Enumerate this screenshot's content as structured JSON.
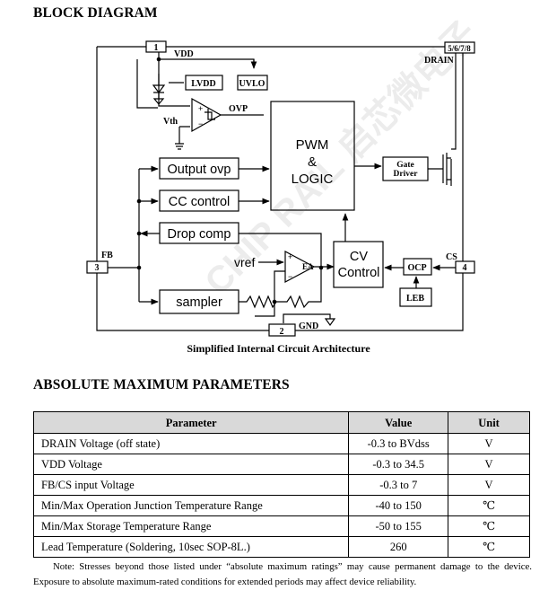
{
  "headings": {
    "block_diagram": "BLOCK DIAGRAM",
    "absolute_max": "ABSOLUTE MAXIMUM PARAMETERS"
  },
  "diagram": {
    "caption": "Simplified Internal Circuit Architecture",
    "pins": {
      "vdd_num": "1",
      "vdd_name": "VDD",
      "drain_num": "5/6/7/8",
      "drain_name": "DRAIN",
      "fb_num": "3",
      "fb_name": "FB",
      "cs_num": "4",
      "cs_name": "CS",
      "gnd_num": "2",
      "gnd_name": "GND"
    },
    "blocks": {
      "lvdd": "LVDD",
      "uvlo": "UVLO",
      "vth": "Vth",
      "ovp": "OVP",
      "pwm_line1": "PWM",
      "pwm_line2": "&",
      "pwm_line3": "LOGIC",
      "gate_line1": "Gate",
      "gate_line2": "Driver",
      "output_ovp": "Output ovp",
      "cc_control": "CC control",
      "drop_comp": "Drop comp",
      "vref": "vref",
      "ea": "EA",
      "cv_line1": "CV",
      "cv_line2": "Control",
      "ocp": "OCP",
      "leb": "LEB",
      "sampler": "sampler"
    },
    "watermark": "CHIP RAIL 启芯微电子"
  },
  "table": {
    "headers": [
      "Parameter",
      "Value",
      "Unit"
    ],
    "rows": [
      [
        "DRAIN Voltage (off state)",
        "-0.3 to BVdss",
        "V"
      ],
      [
        "VDD Voltage",
        "-0.3 to 34.5",
        "V"
      ],
      [
        "FB/CS input Voltage",
        "-0.3 to 7",
        "V"
      ],
      [
        "Min/Max Operation Junction Temperature Range",
        "-40 to 150",
        "℃"
      ],
      [
        "Min/Max Storage Temperature Range",
        "-50 to 155",
        "℃"
      ],
      [
        "Lead Temperature (Soldering, 10sec SOP-8L.)",
        "260",
        "℃"
      ]
    ]
  },
  "note": "Note: Stresses beyond those listed under “absolute maximum ratings” may cause permanent damage to the device. Exposure to absolute maximum-rated conditions for extended periods may affect device reliability."
}
